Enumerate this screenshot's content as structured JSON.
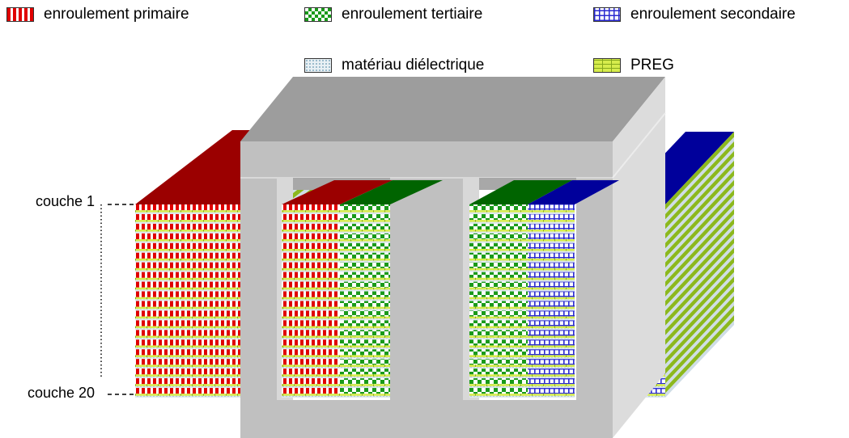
{
  "legend": {
    "primary": "enroulement primaire",
    "tertiary": "enroulement tertiaire",
    "secondary": "enroulement secondaire",
    "dielectric": "matériau diélectrique",
    "preg": "PREG"
  },
  "layer_labels": {
    "first": "couche 1",
    "last": "couche 20"
  },
  "colors": {
    "core_front": "#c0c0c0",
    "core_top": "#9d9d9d",
    "core_side": "#dcdcdc",
    "primary": "#e00000",
    "primary_dark": "#9b0000",
    "tertiary": "#1a9a1a",
    "tertiary_dark": "#006400",
    "secondary": "#2a2ad0",
    "secondary_dark": "#00009b",
    "preg": "#d6ec4c",
    "preg_side": "#8cb81e",
    "dielectric": "#cfdde6"
  },
  "layer_count": 20
}
